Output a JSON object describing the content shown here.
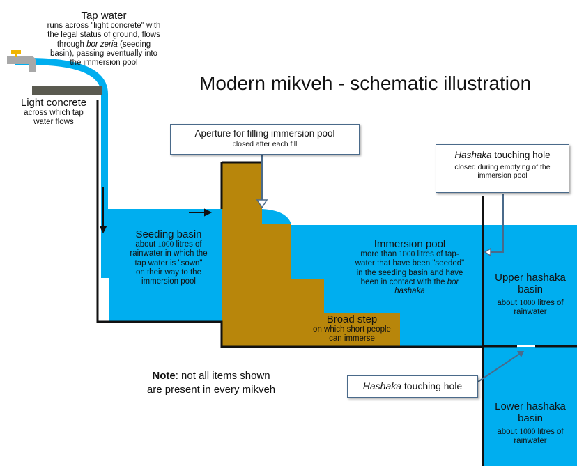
{
  "title": "Modern mikveh - schematic illustration",
  "tap_water": {
    "heading": "Tap water",
    "desc_1": "runs across \"light concrete\" with",
    "desc_2": "the legal status of ground, flows",
    "desc_3a": "through ",
    "desc_3b": "bor zeria",
    "desc_3c": " (seeding",
    "desc_4": "basin), passing eventually into",
    "desc_5": "the immersion pool"
  },
  "light_concrete": {
    "heading": "Light concrete",
    "desc_1": "across which tap",
    "desc_2": "water flows"
  },
  "aperture": {
    "heading": "Aperture for filling immersion pool",
    "desc": "closed after each fill"
  },
  "hashaka_hole_top": {
    "heading_a": "Hashaka",
    "heading_b": " touching hole",
    "desc_1": "closed during emptying of the",
    "desc_2": "immersion pool"
  },
  "seeding_basin": {
    "heading": "Seeding basin",
    "line_1a": "about ",
    "line_1b": "1000",
    "line_1c": " litres of",
    "line_2": "rainwater in which the",
    "line_3": "tap water is \"sown\"",
    "line_4": "on their way to the",
    "line_5": "immersion pool"
  },
  "immersion_pool": {
    "heading": "Immersion pool",
    "line_1a": "more than ",
    "line_1b": "1000",
    "line_1c": " litres of tap-",
    "line_2": "water that have been \"seeded\"",
    "line_3": "in the seeding basin and have",
    "line_4a": "been in contact with the ",
    "line_4b": "bor",
    "line_5": "hashaka"
  },
  "upper_hashaka": {
    "heading_1": "Upper hashaka",
    "heading_2": "basin",
    "line_1a": "about ",
    "line_1b": "1000",
    "line_1c": " litres of",
    "line_2": "rainwater"
  },
  "broad_step": {
    "heading": "Broad step",
    "desc_1": "on which short people",
    "desc_2": "can immerse"
  },
  "note": {
    "label": "Note",
    "text_1": ": not all items shown",
    "text_2": "are present in every mikveh"
  },
  "hashaka_hole_bottom": {
    "label_a": "Hashaka",
    "label_b": " touching hole"
  },
  "lower_hashaka": {
    "heading_1": "Lower hashaka",
    "heading_2": "basin",
    "line_1a": "about ",
    "line_1b": "1000",
    "line_1c": " litres of",
    "line_2": "rainwater"
  },
  "colors": {
    "water": "#00aeef",
    "concrete_step": "#b8860b",
    "wall": "#111111",
    "light_concrete": "#5a5a50",
    "faucet": "#a8a8a8",
    "faucet_handle": "#f0b400",
    "callout_border": "#4a6a8a"
  }
}
